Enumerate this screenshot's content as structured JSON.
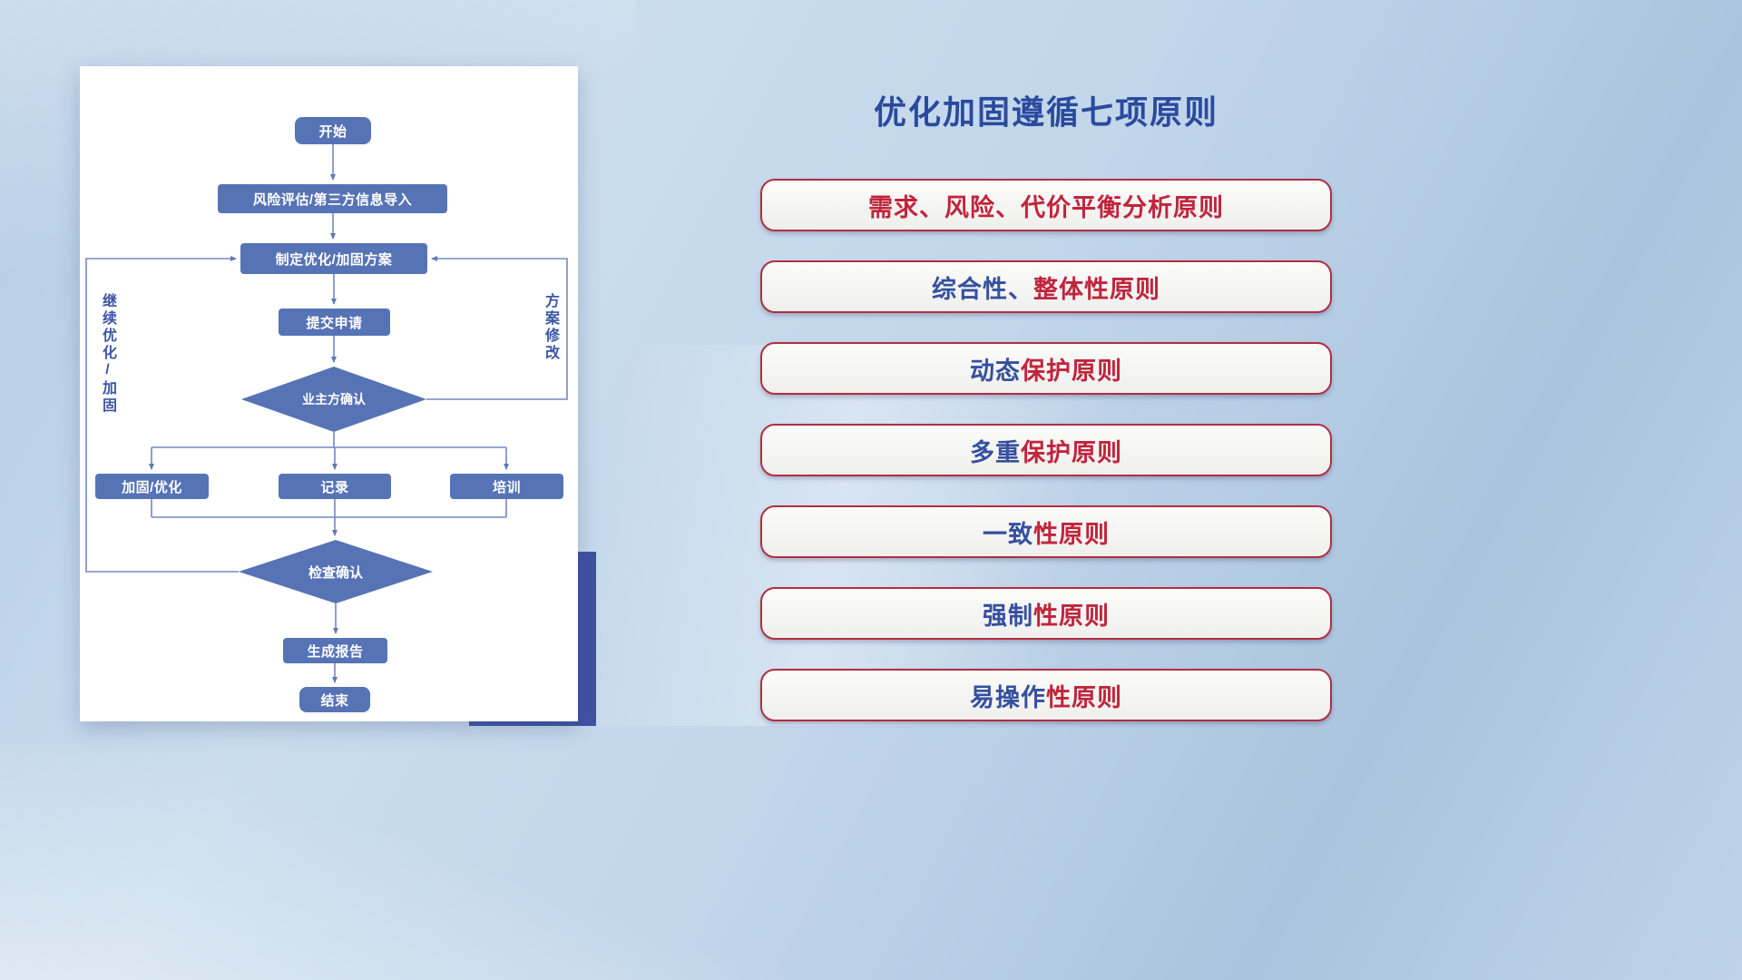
{
  "colors": {
    "accent_blue": "#2b4a9e",
    "segment_blue": "#35509f",
    "accent_red": "#c0253c",
    "node_fill": "#5673b5",
    "edge_color": "#5d7ab9",
    "accent_block": "#3e52a0"
  },
  "flowchart": {
    "nodes": {
      "start": "开始",
      "risk": "风险评估/第三方信息导入",
      "plan": "制定优化/加固方案",
      "submit": "提交申请",
      "owner_confirm": "业主方确认",
      "reinforce": "加固/优化",
      "record": "记录",
      "training": "培训",
      "check_confirm": "检查确认",
      "report": "生成报告",
      "end": "结束"
    },
    "labels": {
      "left_loop": "继续优化/加固",
      "right_loop": "方案修改"
    }
  },
  "panel": {
    "title": "优化加固遵循七项原则"
  },
  "principles": [
    {
      "segments": [
        {
          "text": "需求、风险、代价平衡分析原则",
          "tone": "red"
        }
      ]
    },
    {
      "segments": [
        {
          "text": "综合性、",
          "tone": "blue"
        },
        {
          "text": "整体性原则",
          "tone": "red"
        }
      ]
    },
    {
      "segments": [
        {
          "text": "动态",
          "tone": "blue"
        },
        {
          "text": "保护原则",
          "tone": "red"
        }
      ]
    },
    {
      "segments": [
        {
          "text": "多重",
          "tone": "blue"
        },
        {
          "text": "保护原则",
          "tone": "red"
        }
      ]
    },
    {
      "segments": [
        {
          "text": "一致",
          "tone": "blue"
        },
        {
          "text": "性原则",
          "tone": "red"
        }
      ]
    },
    {
      "segments": [
        {
          "text": "强制",
          "tone": "blue"
        },
        {
          "text": "性原则",
          "tone": "red"
        }
      ]
    },
    {
      "segments": [
        {
          "text": "易操作",
          "tone": "blue"
        },
        {
          "text": "性原则",
          "tone": "red"
        }
      ]
    }
  ]
}
